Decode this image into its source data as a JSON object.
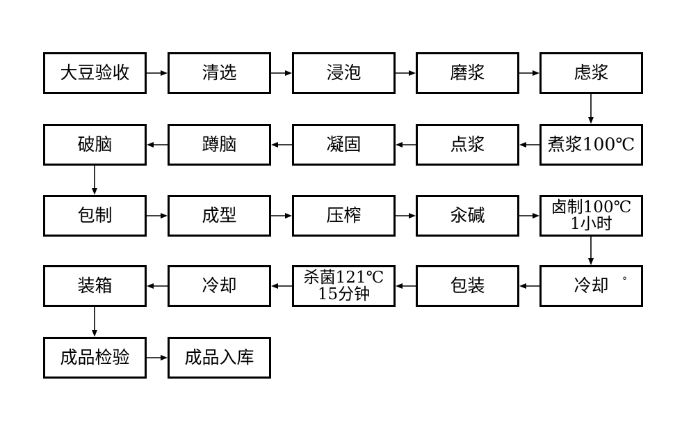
{
  "diagram": {
    "nodes": [
      {
        "id": "n1",
        "lines": [
          "大豆验收"
        ]
      },
      {
        "id": "n2",
        "lines": [
          "清选"
        ]
      },
      {
        "id": "n3",
        "lines": [
          "浸泡"
        ]
      },
      {
        "id": "n4",
        "lines": [
          "磨浆"
        ]
      },
      {
        "id": "n5",
        "lines": [
          "虑浆"
        ]
      },
      {
        "id": "n6",
        "lines": [
          "煮浆100℃"
        ]
      },
      {
        "id": "n7",
        "lines": [
          "点浆"
        ]
      },
      {
        "id": "n8",
        "lines": [
          "凝固"
        ]
      },
      {
        "id": "n9",
        "lines": [
          "蹲脑"
        ]
      },
      {
        "id": "n10",
        "lines": [
          "破脑"
        ]
      },
      {
        "id": "n11",
        "lines": [
          "包制"
        ]
      },
      {
        "id": "n12",
        "lines": [
          "成型"
        ]
      },
      {
        "id": "n13",
        "lines": [
          "压榨"
        ]
      },
      {
        "id": "n14",
        "lines": [
          "汆碱"
        ]
      },
      {
        "id": "n15",
        "lines": [
          "卤制100℃",
          "1小时"
        ]
      },
      {
        "id": "n16",
        "lines": [
          "冷却"
        ]
      },
      {
        "id": "n17",
        "lines": [
          "包装"
        ]
      },
      {
        "id": "n18",
        "lines": [
          "杀菌121℃",
          "15分钟"
        ]
      },
      {
        "id": "n19",
        "lines": [
          "冷却"
        ]
      },
      {
        "id": "n20",
        "lines": [
          "装箱"
        ]
      },
      {
        "id": "n21",
        "lines": [
          "成品检验"
        ]
      },
      {
        "id": "n22",
        "lines": [
          "成品入库"
        ]
      }
    ],
    "edges": [
      [
        "n1",
        "n2"
      ],
      [
        "n2",
        "n3"
      ],
      [
        "n3",
        "n4"
      ],
      [
        "n4",
        "n5"
      ],
      [
        "n5",
        "n6"
      ],
      [
        "n6",
        "n7"
      ],
      [
        "n7",
        "n8"
      ],
      [
        "n8",
        "n9"
      ],
      [
        "n9",
        "n10"
      ],
      [
        "n10",
        "n11"
      ],
      [
        "n11",
        "n12"
      ],
      [
        "n12",
        "n13"
      ],
      [
        "n13",
        "n14"
      ],
      [
        "n14",
        "n15"
      ],
      [
        "n15",
        "n16"
      ],
      [
        "n16",
        "n17"
      ],
      [
        "n17",
        "n18"
      ],
      [
        "n18",
        "n19"
      ],
      [
        "n19",
        "n20"
      ],
      [
        "n20",
        "n21"
      ],
      [
        "n21",
        "n22"
      ]
    ],
    "stray_mark": "°"
  }
}
